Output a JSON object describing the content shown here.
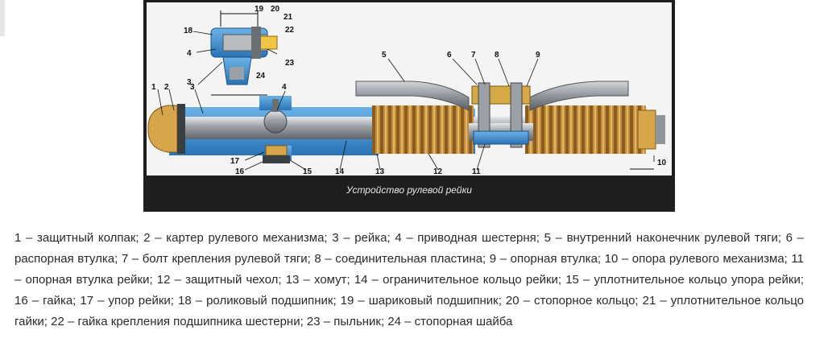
{
  "caption": "Устройство рулевой рейки",
  "legend_text": "1 – защитный колпак; 2 – картер рулевого механизма; 3 – рейка; 4 – приводная шестерня; 5 – внутренний наконечник рулевой тяги; 6 – распорная втулка; 7 – болт крепления рулевой тяги; 8 – соединительная пластина; 9 – опорная втулка; 10 – опора рулевого механизма; 11 – опорная втулка рейки; 12 – защитный чехол; 13 – хомут; 14 – ограничительное кольцо рейки; 15 – уплотнительное кольцо упора рейки; 16 – гайка; 17 – упор рейки; 18 – роликовый подшипник; 19 – шариковый подшипник; 20 – стопорное кольцо; 21 – уплотнительное кольцо гайки; 22 – гайка крепления подшипника шестерни; 23 – пыльник; 24 – стопорная шайба",
  "callouts": [
    "1",
    "2",
    "3",
    "3",
    "4",
    "4",
    "5",
    "6",
    "7",
    "8",
    "9",
    "10",
    "11",
    "12",
    "13",
    "14",
    "15",
    "16",
    "17",
    "18",
    "19",
    "20",
    "21",
    "22",
    "23",
    "24"
  ],
  "colors": {
    "housing": "#3d8fd0",
    "rack": "#a9aeb4",
    "boot": "#c79340",
    "cap": "#d7a64a",
    "frame": "#1e1e1e"
  }
}
